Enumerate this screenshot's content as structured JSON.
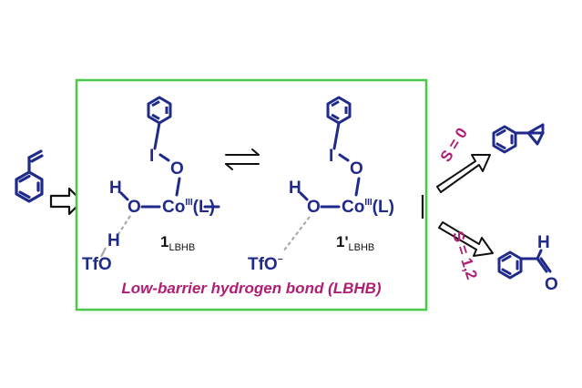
{
  "colors": {
    "bond": "#1f2a8a",
    "frame": "#4cc94c",
    "caption": "#b01e74",
    "hbond": "#aaaaaa",
    "text": "#111111"
  },
  "left_complex": {
    "iodine": "I",
    "oxygen_top": "O",
    "oxygen_left": "O",
    "hydrogen_top": "H",
    "hydrogen_bottom": "H",
    "cobalt": "Co",
    "cobalt_ox": "III",
    "ligand": "(L)",
    "triflate": "TfO",
    "number": "1",
    "subscript": "LBHB"
  },
  "right_complex": {
    "iodine": "I",
    "oxygen_top": "O",
    "oxygen_left": "O",
    "hydrogen": "H",
    "cobalt": "Co",
    "cobalt_ox": "III",
    "ligand": "(L)",
    "triflate": "TfO",
    "charge": "−",
    "number": "1'",
    "subscript": "LBHB"
  },
  "caption": "Low-barrier hydrogen bond (LBHB)",
  "spin_epoxide": "S = 0",
  "spin_aldehyde": "S = 1,2",
  "aldehyde": {
    "hydrogen": "H",
    "oxygen": "O"
  },
  "icons": {
    "equilibrium": "equilibrium-arrows-icon",
    "arrow": "hollow-arrow-icon"
  }
}
